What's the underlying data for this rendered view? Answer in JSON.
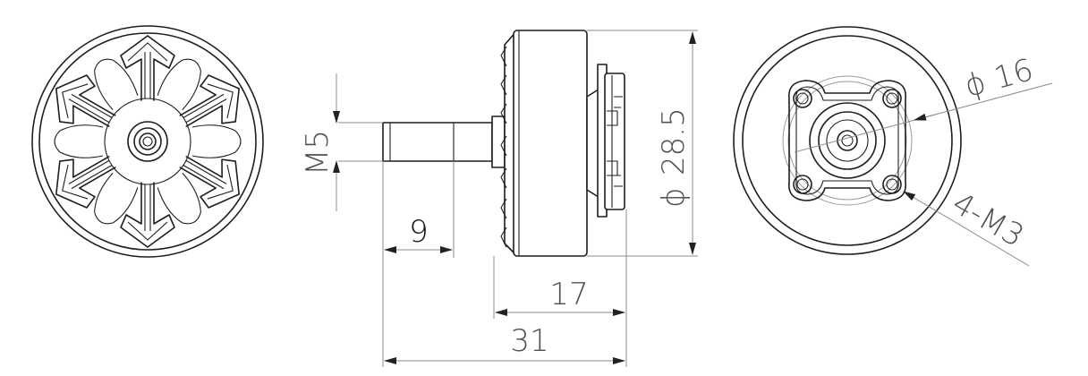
{
  "dimensions": {
    "shaft_thread": "M5",
    "shaft_length": "9",
    "motor_length": "17",
    "overall_length": "31",
    "diameter": "28.5",
    "mount_circle": "16",
    "mount_holes": "4-M3",
    "diameter_symbol": "ϕ"
  },
  "colors": {
    "line": "#1e1e1e",
    "dimension_line": "#8c8c8c",
    "text": "#505050"
  }
}
